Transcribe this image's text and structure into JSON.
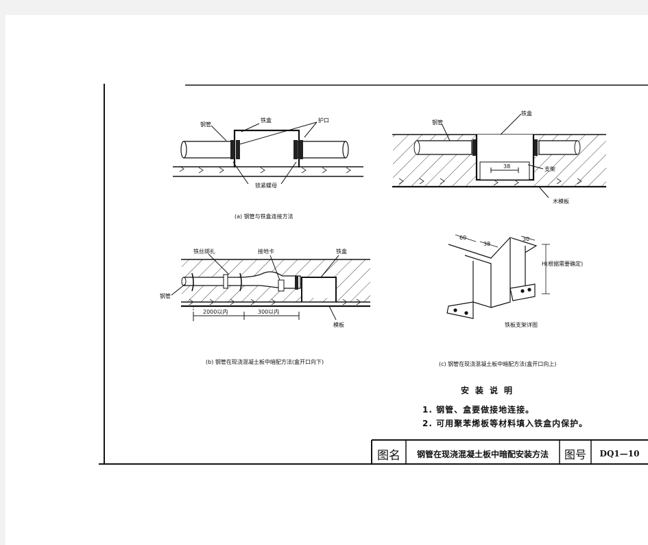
{
  "diagram_a": {
    "caption": "(a) 钢管与铁盒连接方法",
    "label_pipe": "钢管",
    "label_box": "铁盒",
    "label_collar": "护口",
    "label_locknut": "锁紧螺母"
  },
  "diagram_b": {
    "caption": "(b) 钢管在现浇混凝土板中暗配方法(盒开口向下)",
    "label_wire": "铁丝绑扎",
    "label_ground_clip": "接地卡",
    "label_box": "铁盒",
    "label_pipe": "钢管",
    "label_template": "模板",
    "dim_1": "2000以内",
    "dim_2": "300以内"
  },
  "diagram_c_top": {
    "label_pipe": "钢管",
    "label_box": "铁盒",
    "label_support": "支架",
    "label_wood_form": "木模板",
    "dim_38": "38"
  },
  "diagram_c_bracket": {
    "dim_60": "60",
    "dim_38": "38",
    "dim_30": "30",
    "dim_h": "H(根据需要确定)",
    "caption": "铁板支架详图"
  },
  "caption_c": "(c) 钢管在现浇混凝土板中暗配方法(盒开口向上)",
  "notes": {
    "title": "安装说明",
    "items": [
      "1. 钢管、盒要做接地连接。",
      "2. 可用聚苯烯板等材料填入铁盒内保护。"
    ]
  },
  "title_block": {
    "name_label": "图名",
    "name_value": "钢管在现浇混凝土板中暗配安装方法",
    "number_label": "图号",
    "number_value": "DQ1—10"
  }
}
